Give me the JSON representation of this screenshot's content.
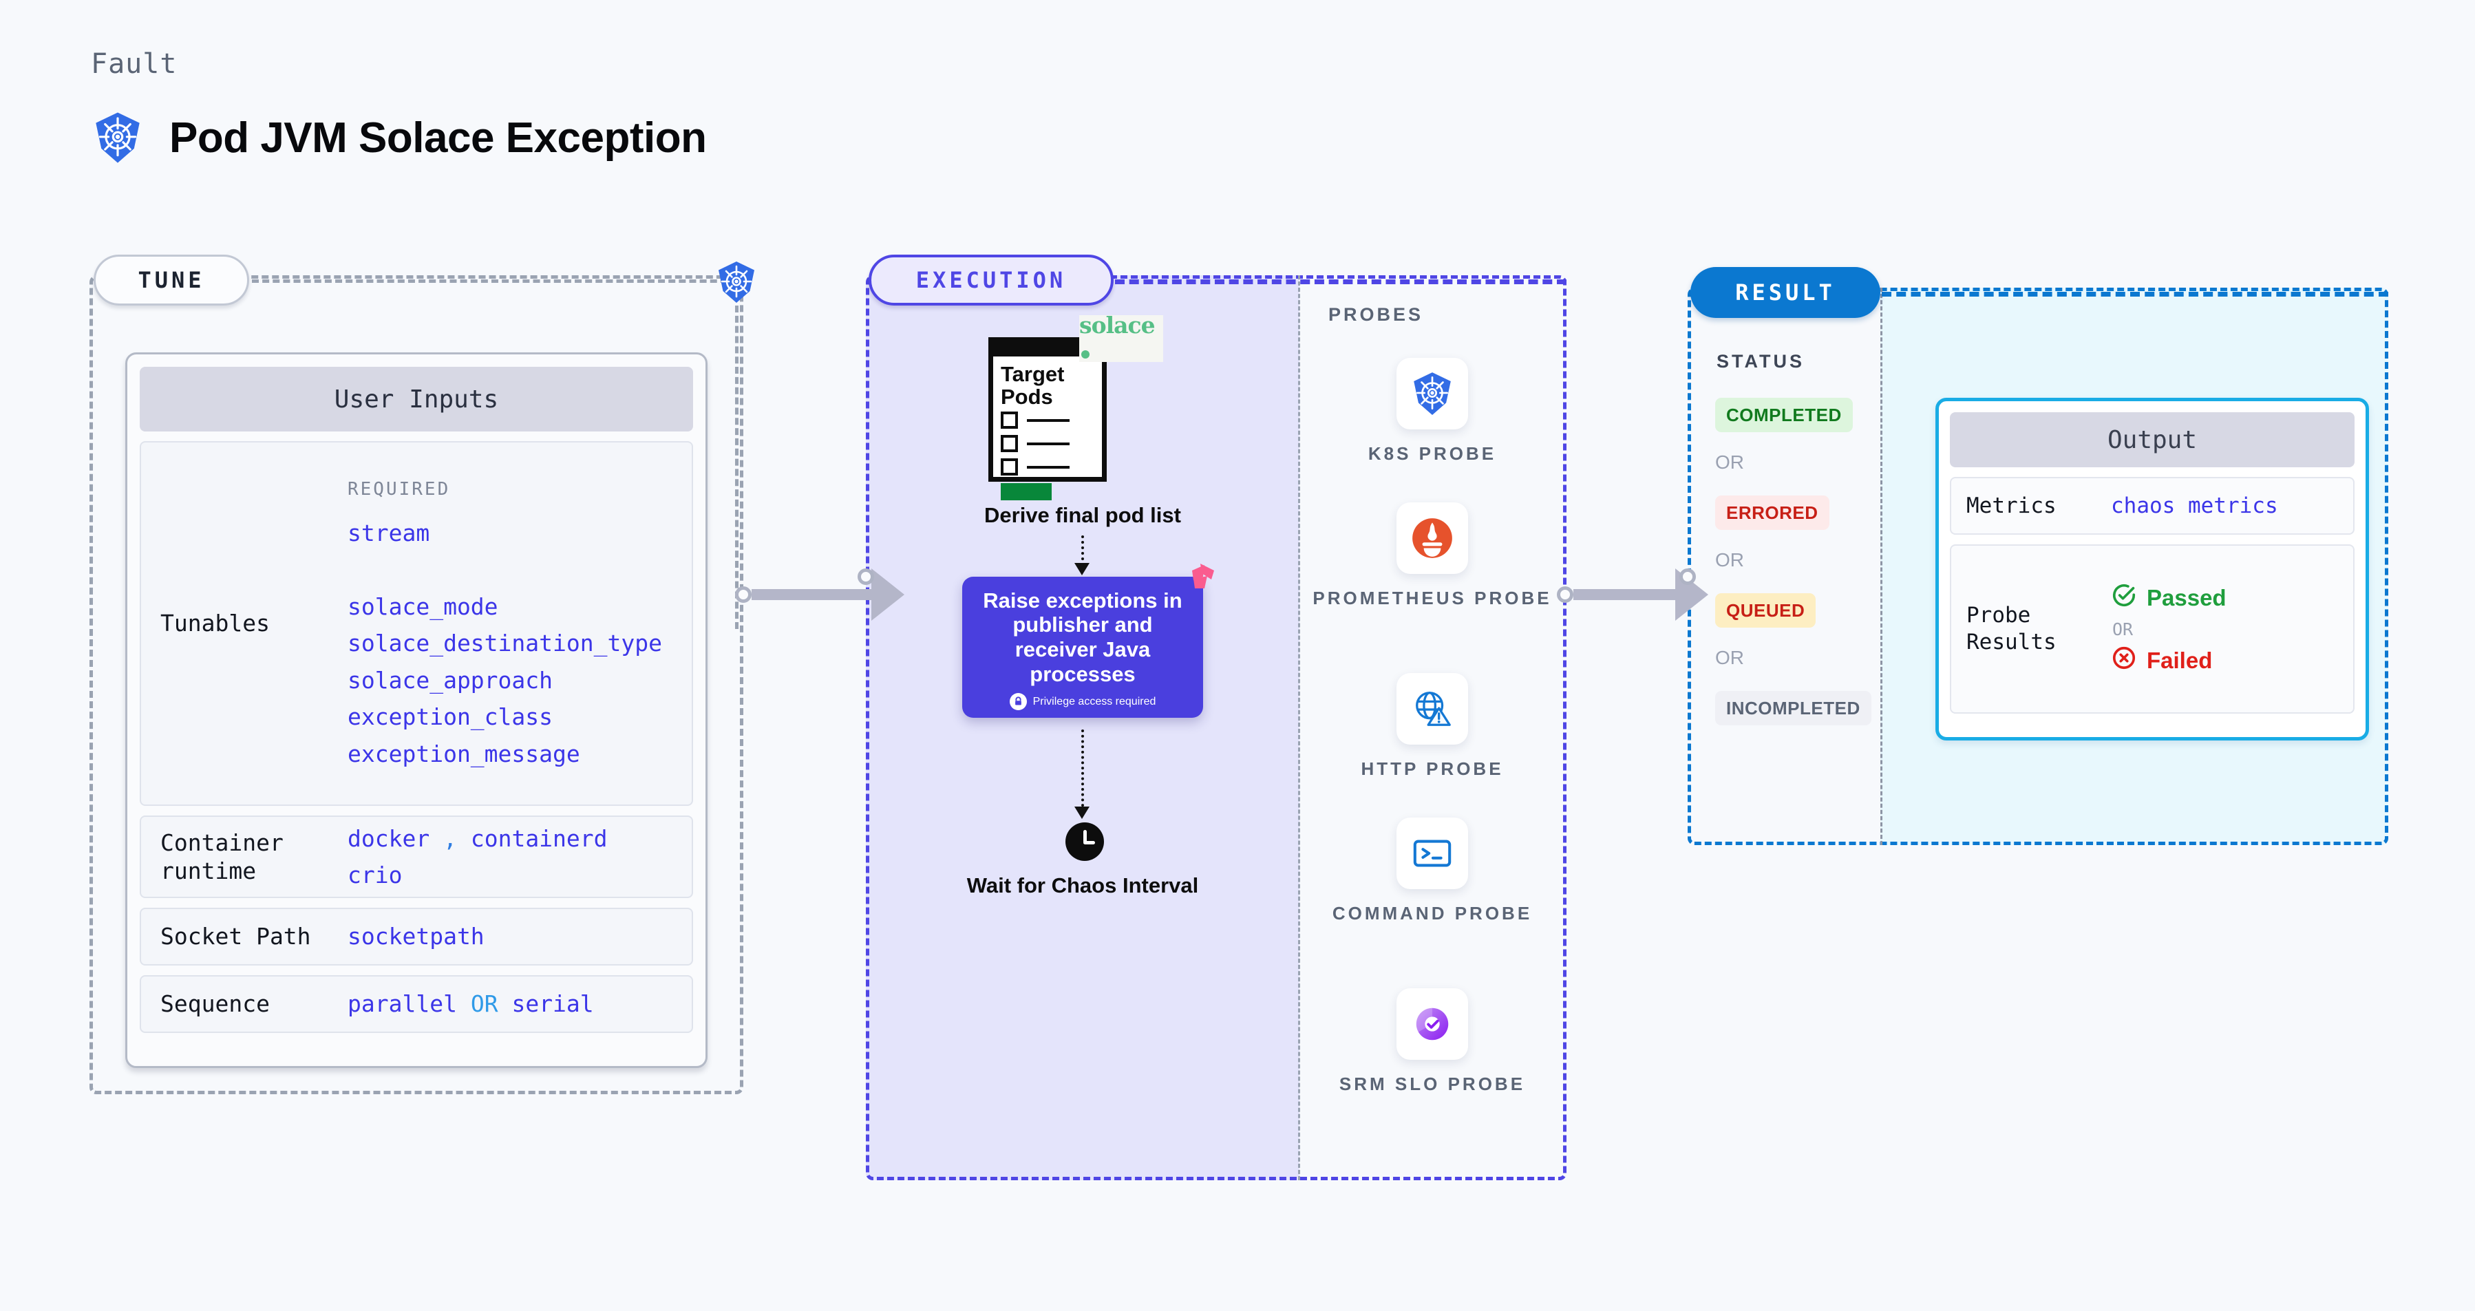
{
  "header": {
    "kicker": "Fault",
    "title": "Pod JVM Solace Exception",
    "icon": "kubernetes-icon"
  },
  "tune": {
    "pill_label": "TUNE",
    "node_icon": "kubernetes-icon",
    "card_title": "User Inputs",
    "rows": [
      {
        "key": "Tunables",
        "required_label": "REQUIRED",
        "values": [
          "stream",
          "solace_mode",
          "solace_destination_type",
          "solace_approach",
          "exception_class",
          "exception_message"
        ]
      },
      {
        "key": "Container runtime",
        "values": [
          "docker",
          "containerd",
          "crio"
        ],
        "separator": ","
      },
      {
        "key": "Socket Path",
        "values": [
          "socketpath"
        ]
      },
      {
        "key": "Sequence",
        "values": [
          "parallel",
          "serial"
        ],
        "joiner": "OR"
      }
    ]
  },
  "execution": {
    "pill_label": "EXECUTION",
    "pod_card": {
      "title_line1": "Target",
      "title_line2": "Pods",
      "vendor_logo": "solace-logo",
      "vendor_name": "solace"
    },
    "step1_caption": "Derive final pod list",
    "action": {
      "title": "Raise exceptions in publisher and receiver Java processes",
      "privilege_note": "Privilege access required",
      "privilege_icon": "lock-icon",
      "badge_icon": "litmus-logo-icon"
    },
    "step2_caption": "Wait for Chaos Interval",
    "step2_icon": "clock-icon"
  },
  "probes": {
    "label": "PROBES",
    "items": [
      {
        "name": "K8S PROBE",
        "icon": "kubernetes-icon"
      },
      {
        "name": "PROMETHEUS PROBE",
        "icon": "prometheus-icon"
      },
      {
        "name": "HTTP PROBE",
        "icon": "http-globe-warning-icon"
      },
      {
        "name": "COMMAND PROBE",
        "icon": "terminal-icon"
      },
      {
        "name": "SRM SLO PROBE",
        "icon": "srm-slo-icon"
      }
    ]
  },
  "result": {
    "pill_label": "RESULT",
    "status_label": "STATUS",
    "or_label": "OR",
    "statuses": [
      {
        "label": "COMPLETED",
        "bg": "#ddf5dd",
        "fg": "#117a1e"
      },
      {
        "label": "ERRORED",
        "bg": "#fdeaea",
        "fg": "#c71f16"
      },
      {
        "label": "QUEUED",
        "bg": "#fdeec2",
        "fg": "#c71f16"
      },
      {
        "label": "INCOMPLETED",
        "bg": "#eff0f5",
        "fg": "#5a6475"
      }
    ],
    "output": {
      "title": "Output",
      "metrics_key": "Metrics",
      "metrics_value": "chaos metrics",
      "probe_key": "Probe Results",
      "passed_label": "Passed",
      "failed_label": "Failed",
      "or_label": "OR",
      "pass_icon": "check-circle-icon",
      "fail_icon": "x-circle-icon"
    }
  },
  "colors": {
    "background": "#f7f9fc",
    "tune_accent": "#9aa3b2",
    "execution_accent": "#4f46e5",
    "result_accent": "#0b78d0",
    "output_accent": "#19ace5",
    "action_box": "#4a3fde",
    "kubernetes_blue": "#326ce5",
    "code_text": "#3b35e8"
  }
}
